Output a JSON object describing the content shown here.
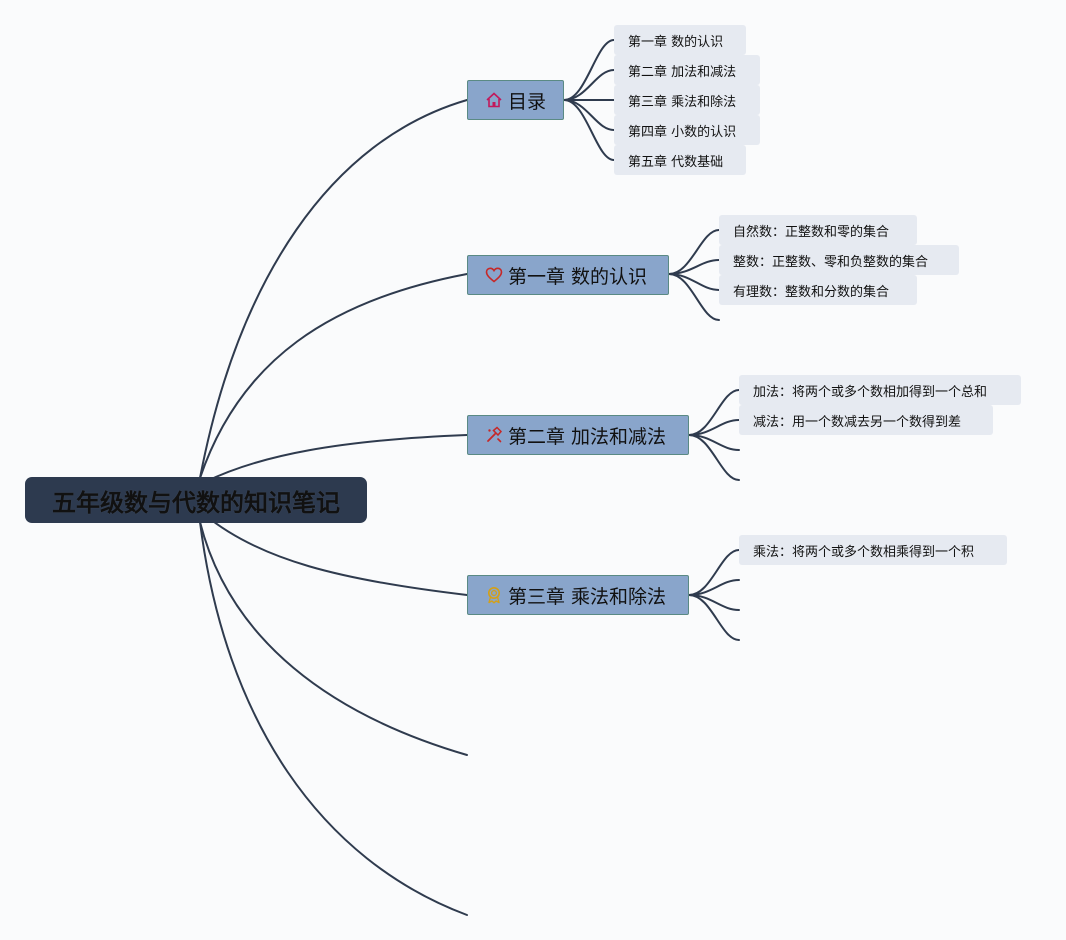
{
  "root": {
    "label": "五年级数与代数的知识笔记"
  },
  "colors": {
    "line": "#2f3b4e",
    "root_bg": "#2d3a4f",
    "branch_bg": "#89a5cb",
    "branch_border": "#5a8a84",
    "leaf_bg": "#e6eaf1"
  },
  "branches": [
    {
      "label": "目录",
      "icon": "home-icon",
      "children": [
        "第一章 数的认识",
        "第二章 加法和减法",
        "第三章 乘法和除法",
        "第四章 小数的认识",
        "第五章 代数基础"
      ]
    },
    {
      "label": "第一章 数的认识",
      "icon": "heart-icon",
      "children": [
        "自然数：正整数和零的集合",
        "整数：正整数、零和负整数的集合",
        "有理数：整数和分数的集合"
      ]
    },
    {
      "label": "第二章 加法和减法",
      "icon": "hammer-icon",
      "children": [
        "加法：将两个或多个数相加得到一个总和",
        "减法：用一个数减去另一个数得到差"
      ]
    },
    {
      "label": "第三章 乘法和除法",
      "icon": "award-icon",
      "children": [
        "乘法：将两个或多个数相乘得到一个积"
      ]
    }
  ]
}
